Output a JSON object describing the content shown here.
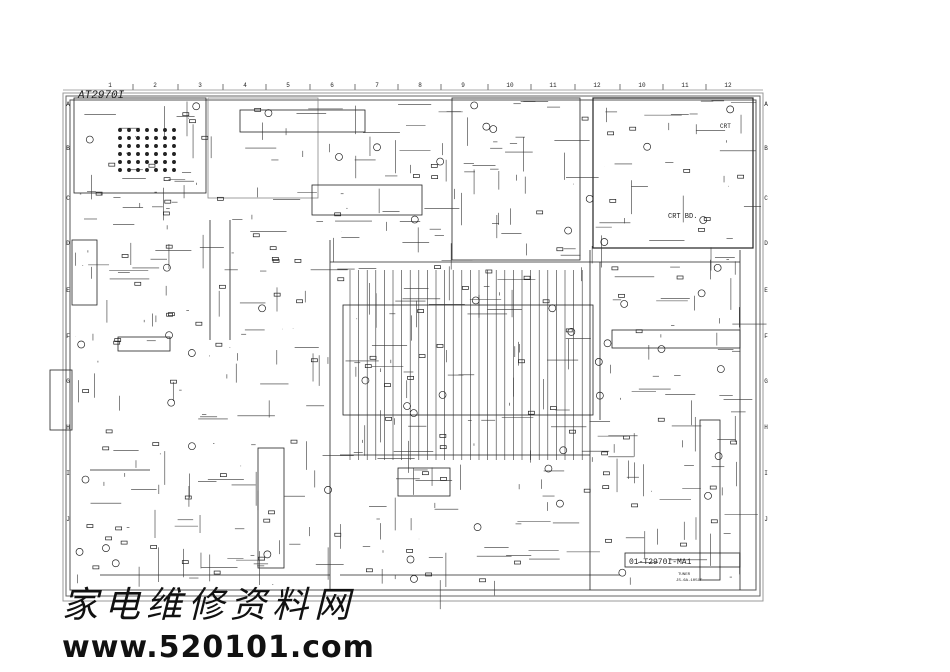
{
  "schematic": {
    "model_title": "AT2970I",
    "board_label": "01-T2970I-MA1",
    "crt_board_label": "CRT BD.",
    "crt_label": "CRT",
    "tuner_label": "TUNER",
    "tuner_part": "JS-6A-1051F",
    "column_labels": [
      "1",
      "2",
      "3",
      "4",
      "5",
      "6",
      "7",
      "8",
      "9",
      "10",
      "11",
      "12",
      "10",
      "11",
      "12"
    ],
    "row_labels": [
      "A",
      "B",
      "C",
      "D",
      "E",
      "F",
      "G",
      "H",
      "I",
      "J"
    ]
  },
  "watermark": {
    "site_name": "家电维修资料网",
    "url": "www.520101.com"
  }
}
